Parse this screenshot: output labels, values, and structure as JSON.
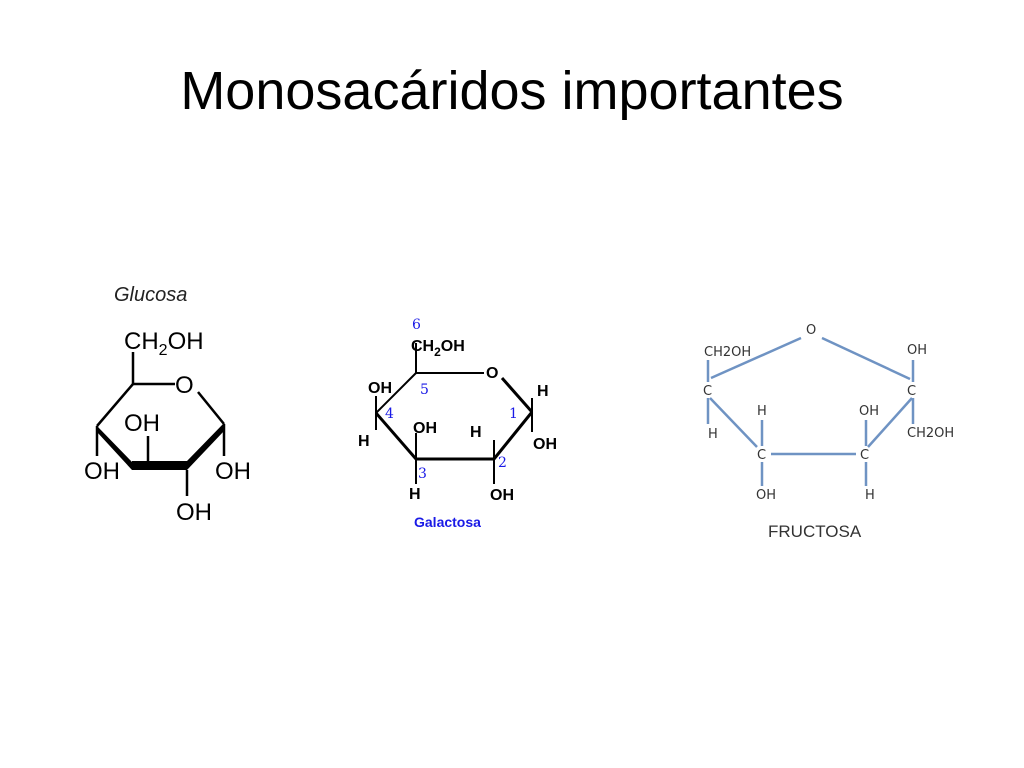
{
  "slide": {
    "title": "Monosacáridos importantes"
  },
  "glucose": {
    "label": "Glucosa",
    "ch2oh": "CH",
    "ch2oh_sub": "2",
    "ch2oh_tail": "OH",
    "ring_o": "O",
    "oh_c4": "OH",
    "oh_c3": "OH",
    "oh_c2": "OH",
    "oh_c1": "OH",
    "oh_bottom": "OH"
  },
  "galactose": {
    "label": "Galactosa",
    "num6": "6",
    "num5": "5",
    "num4": "4",
    "num1": "1",
    "num3": "3",
    "num2": "2",
    "ch2oh": "CH",
    "ch2oh_sub": "2",
    "ch2oh_tail": "OH",
    "ring_o": "O",
    "oh_c4_top": "OH",
    "h_c4": "H",
    "oh_c3": "OH",
    "h_c2": "H",
    "h_c1": "H",
    "oh_c1": "OH",
    "h_c3": "H",
    "oh_c2": "OH",
    "colors": {
      "numbers": "#1a1ae6",
      "label": "#1a1ae6"
    }
  },
  "fructose": {
    "label": "FRUCTOSA",
    "ring_o": "O",
    "ch2oh_left": "CH2OH",
    "oh_right": "OH",
    "c_left": "C",
    "c_right": "C",
    "h_top_mid_left": "H",
    "oh_top_mid_right": "OH",
    "h_left": "H",
    "ch2oh_right": "CH2OH",
    "c_bottom_left": "C",
    "c_bottom_right": "C",
    "oh_bottom_left": "OH",
    "h_bottom_right": "H",
    "colors": {
      "bonds": "#6f93c3",
      "text": "#333333"
    }
  }
}
